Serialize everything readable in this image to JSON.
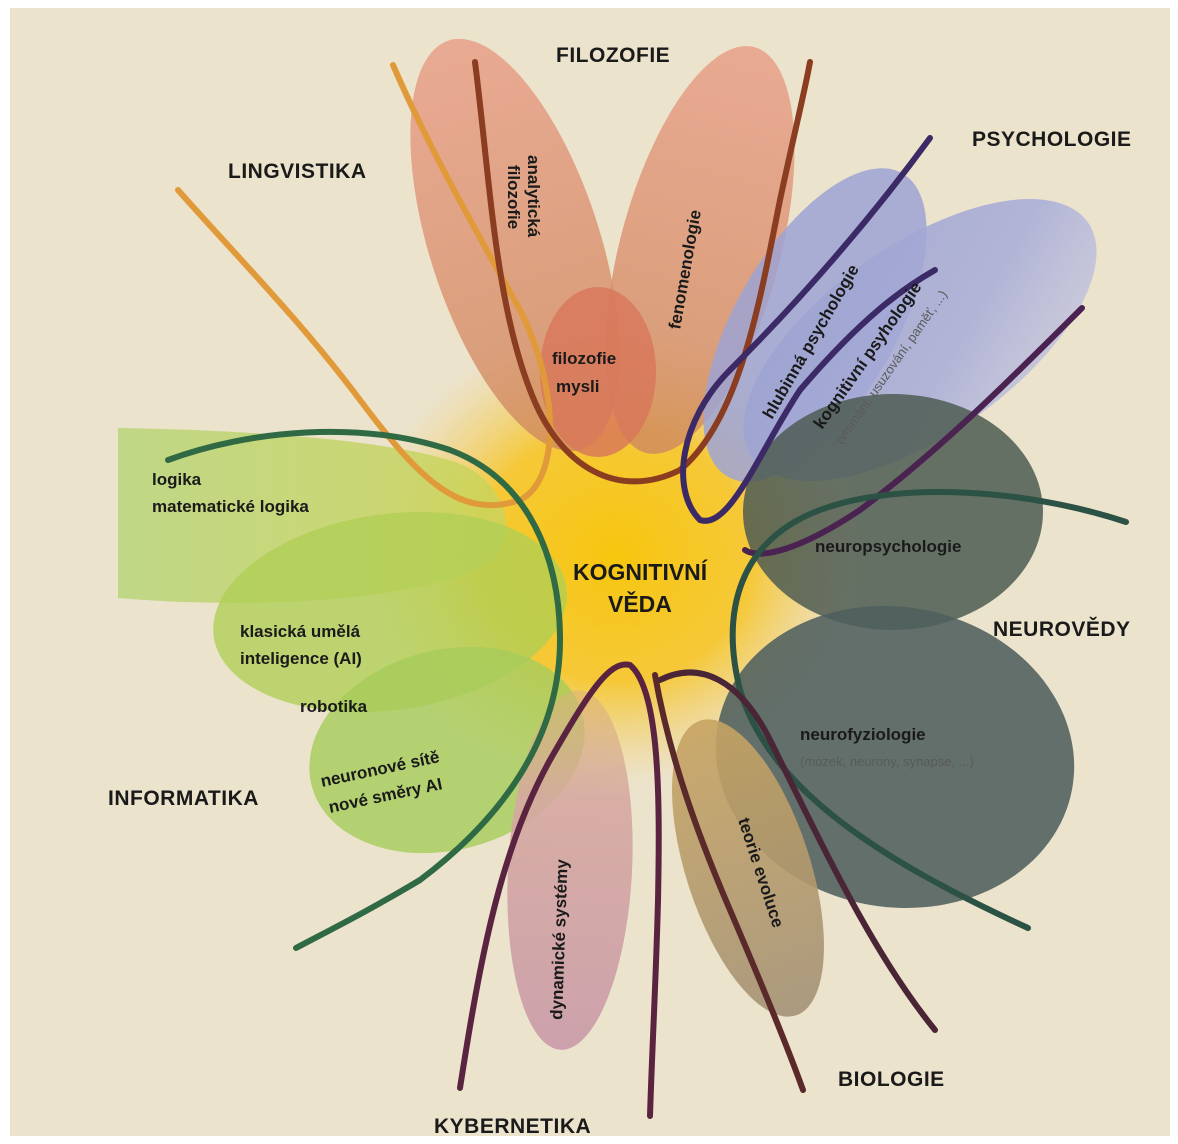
{
  "center": {
    "line1": "KOGNITIVNÍ",
    "line2": "VĚDA"
  },
  "fields": {
    "filozofie": "FILOZOFIE",
    "lingvistika": "LINGVISTIKA",
    "psychologie": "PSYCHOLOGIE",
    "neurovedy": "NEUROVĚDY",
    "informatika": "INFORMATIKA",
    "kybernetika": "KYBERNETIKA",
    "biologie": "BIOLOGIE"
  },
  "subfields": {
    "analyticka_filozofie": {
      "line1": "analytická",
      "line2": "filozofie"
    },
    "fenomenologie": "fenomenologie",
    "filozofie_mysli": {
      "line1": "filozofie",
      "line2": "mysli"
    },
    "hlubinna_psychologie": "hlubinná psychologie",
    "kognitivni_psychologie": "kognitivní psyhologie",
    "kognitivni_psychologie_note": "(vnímání, usuzování, paměť, ...)",
    "neuropsychologie": "neuropsychologie",
    "neurofyziologie": "neurofyziologie",
    "neurofyziologie_note": "(mozek, neurony, synapse, ...)",
    "logika": {
      "line1": "logika",
      "line2": "matematické logika"
    },
    "klasicka_ai": {
      "line1": "klasická umělá",
      "line2": "inteligence (AI)"
    },
    "robotika": "robotika",
    "neuronove_site": {
      "line1": "neuronové sítě",
      "line2": "nové směry AI"
    },
    "dynamicke_systemy": "dynamické systémy",
    "teorie_evoluce": "teorie evoluce"
  },
  "colors": {
    "background": "#ece3cd",
    "core": "#f5c51a",
    "filozofie": "#df9a80",
    "psychologie": "#a7acd8",
    "neuro": "#4f5d57",
    "informatika": "#a9c95a",
    "kybernetika": "#c9a0a8",
    "biologie": "#a08f6e",
    "orange_line": "#e09a3a",
    "green_line": "#2f6a44",
    "purple_line": "#4a2350",
    "brown_line": "#8a3d20"
  }
}
